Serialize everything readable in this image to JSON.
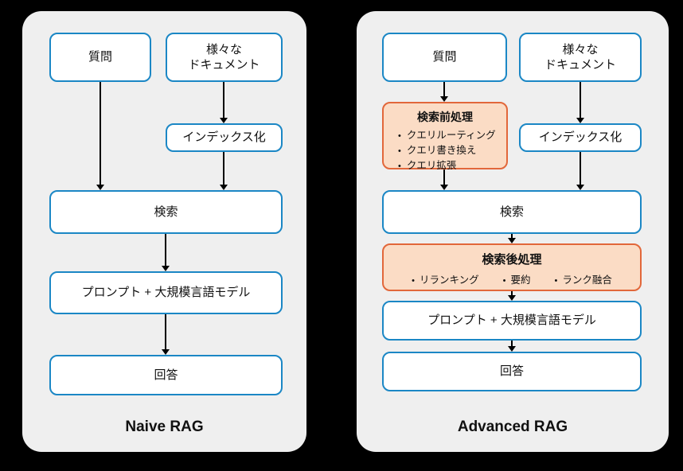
{
  "colors": {
    "canvas_background": "#000000",
    "panel_background": "#efefef",
    "node_border": "#1b87c5",
    "node_fill": "#ffffff",
    "accent_border": "#e2673a",
    "accent_fill": "#fbdcc5",
    "arrow": "#000000",
    "text": "#111111"
  },
  "naive": {
    "title": "Naive RAG",
    "question": "質問",
    "documents": "様々な\nドキュメント",
    "indexing": "インデックス化",
    "search": "検索",
    "prompt_llm": "プロンプト + 大規模言語モデル",
    "answer": "回答"
  },
  "advanced": {
    "title": "Advanced RAG",
    "question": "質問",
    "documents": "様々な\nドキュメント",
    "pre_retrieval": {
      "title": "検索前処理",
      "items": [
        "クエリルーティング",
        "クエリ書き換え",
        "クエリ拡張"
      ]
    },
    "indexing": "インデックス化",
    "search": "検索",
    "post_retrieval": {
      "title": "検索後処理",
      "items": [
        "リランキング",
        "要約",
        "ランク融合"
      ]
    },
    "prompt_llm": "プロンプト + 大規模言語モデル",
    "answer": "回答"
  }
}
